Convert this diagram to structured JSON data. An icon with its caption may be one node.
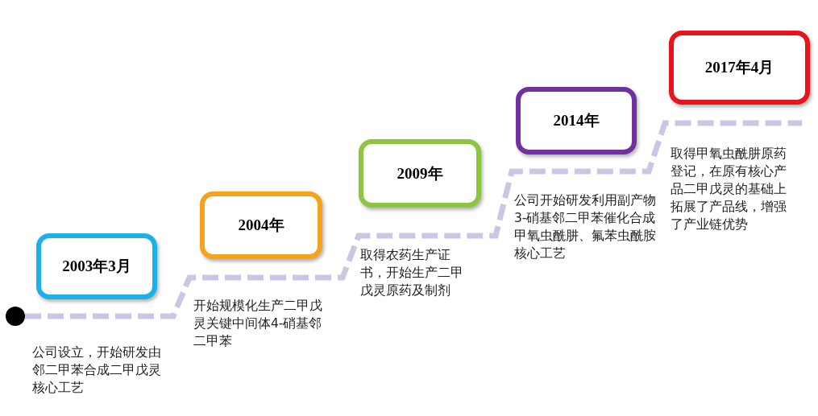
{
  "diagram": {
    "nodes": [
      {
        "text": [
          "2003年3月"
        ]
      },
      {
        "text": [
          "2004年"
        ]
      },
      {
        "text": [
          "2009年"
        ]
      },
      {
        "text": [
          "2014年"
        ]
      },
      {
        "text": [
          "2017年4月"
        ]
      }
    ],
    "labels": [
      "公司设立，开始研发由邻二甲苯合成二甲戊灵核心工艺",
      "开始规模化生产二甲戊灵关键中间体4-硝基邻二甲苯",
      "取得农药生产证书，开始生产二甲戊灵原药及制剂",
      "公司开始研发利用副产物3-硝基邻二甲苯催化合成甲氧虫酰肼、氟苯虫酰胺核心工艺",
      "取得甲氧虫酰肼原药登记，在原有核心产品二甲戊灵的基础上拓展了产品线，增强了产业链优势"
    ]
  }
}
